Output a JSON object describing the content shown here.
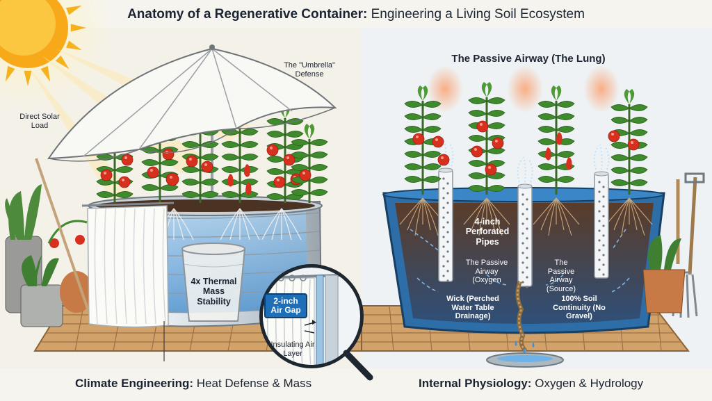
{
  "title": {
    "bold": "Anatomy of a Regenerative Container:",
    "rest": "Engineering a Living Soil Ecosystem"
  },
  "left": {
    "caption_bold": "Climate Engineering:",
    "caption_rest": "Heat Defense & Mass",
    "labels": {
      "solar": "Direct Solar Load",
      "umbrella": "The \"Umbrella\" Defense",
      "thermal": "4x Thermal Mass Stability",
      "air_gap": "2-inch Air Gap",
      "insulating": "Insulating Air Layer"
    }
  },
  "right": {
    "heading": "The Passive Airway (The Lung)",
    "caption_bold": "Internal Physiology:",
    "caption_rest": "Oxygen & Hydrology",
    "labels": {
      "pipes": "4-inch Perforated Pipes",
      "airway_oxygen": "The Passive Airway (Oxygen",
      "airway_source": "The Passive Airway (Source)",
      "wick": "Wick (Perched Water Table Drainage)",
      "continuity": "100% Soil Continuity (No Gravel)"
    }
  },
  "colors": {
    "sun": "#f6b21c",
    "water": "#2b79c2",
    "soil": "#4a3224",
    "tomato": "#d8301f",
    "leaf": "#3e8a2c",
    "deck": "#c89a64"
  }
}
